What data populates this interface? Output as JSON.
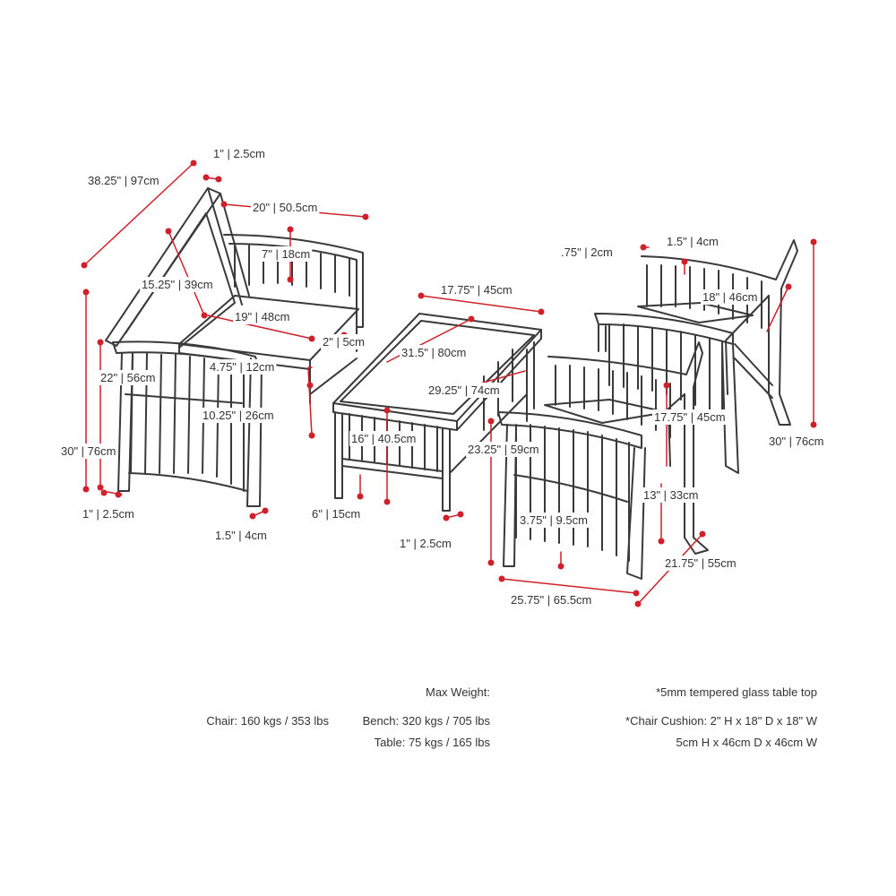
{
  "diagram": {
    "accent_color": "#d0202a",
    "line_color": "#3a3a3a",
    "furniture": [
      {
        "name": "bench"
      },
      {
        "name": "coffee-table",
        "note_marker": "*"
      },
      {
        "name": "armchair-back"
      },
      {
        "name": "armchair-front"
      }
    ],
    "dimensions": {
      "bench_top_gap": "1\" | 2.5cm",
      "bench_back_diag": "38.25\" | 97cm",
      "bench_arm_depth": "20\" | 50.5cm",
      "bench_arm_pad": "7\" | 18cm",
      "bench_back_height": "15.25\" | 39cm",
      "bench_seat_depth": "19\" | 48cm",
      "bench_cushion": "2\" | 5cm",
      "bench_arm_height": "22\" | 56cm",
      "bench_arm_width": "4.75\" | 12cm",
      "bench_seat_height": "10.25\" | 26cm",
      "bench_total_height": "30\" | 76cm",
      "bench_leg_offset": "1\" | 2.5cm",
      "bench_leg_width": "1.5\" | 4cm",
      "table_width": "17.75\" | 45cm",
      "table_length": "31.5\" | 80cm",
      "table_inner": "29.25\" | 74cm",
      "table_height": "16\" | 40.5cm",
      "table_shelf": "6\" | 15cm",
      "table_leg": "1\" | 2.5cm",
      "chair_arm_gap": ".75\" | 2cm",
      "chair_arm_width": "1.5\" | 4cm",
      "chair_back_height": "18\" | 46cm",
      "chair_seat_width": "17.75\" | 45cm",
      "chair_total_height": "30\" | 76cm",
      "chair_arm_height": "23.25\" | 59cm",
      "chair_seat_height": "13\" | 33cm",
      "chair_leg_gap": "3.75\" | 9.5cm",
      "chair_depth": "21.75\" | 55cm",
      "chair_width": "25.75\" | 65.5cm"
    }
  },
  "specs": {
    "max_weight_title": "Max Weight:",
    "chair_weight": "Chair: 160 kgs / 353 lbs",
    "bench_weight": "Bench: 320 kgs / 705 lbs",
    "table_weight": "Table: 75 kgs / 165 lbs",
    "glass_note": "*5mm tempered glass table top",
    "cushion_note_1": "*Chair Cushion: 2\" H x 18\" D x 18\" W",
    "cushion_note_2": "5cm H x 46cm D x 46cm W"
  }
}
